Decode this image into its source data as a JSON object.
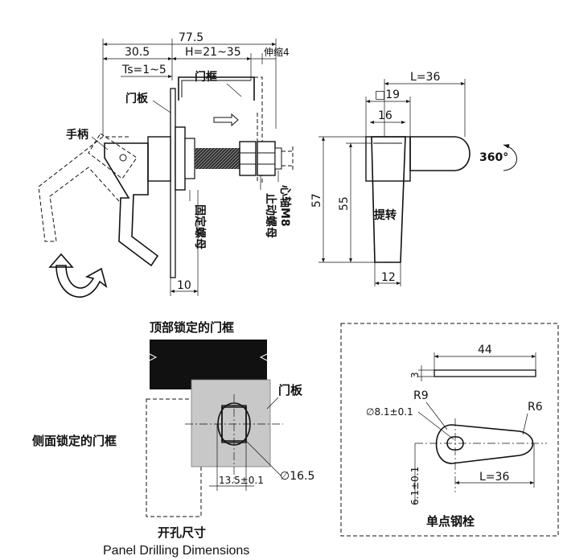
{
  "top_dimensions": {
    "overall": "77.5",
    "left": "30.5",
    "h_range": "H=21~35",
    "stretch": "伸缩4",
    "ts": "Ts=1~5",
    "width_l": "L=36",
    "square": "□19",
    "width_16": "16",
    "height_57": "57",
    "height_55": "55",
    "base_12": "12",
    "depth_10": "10",
    "rotation": "360°"
  },
  "top_labels": {
    "door_frame": "门框",
    "door_panel": "门板",
    "handle": "手柄",
    "fixed_nut": "固定螺母",
    "stop_nut": "止动螺母",
    "core_shaft": "心轴M8",
    "lift_turn": "提转"
  },
  "drilling": {
    "top_frame": "顶部锁定的门框",
    "panel": "门板",
    "side_frame": "侧面锁定的门框",
    "diameter": "∅16.5",
    "offset": "13.5±0.1",
    "title_cn": "开孔尺寸",
    "title_en": "Panel Drilling Dimensions"
  },
  "latch": {
    "length_44": "44",
    "thickness_3": "3",
    "r9": "R9",
    "hole": "∅8.1±0.1",
    "r6": "R6",
    "height": "6.1±0.1",
    "length_l": "L=36",
    "title": "单点钢栓"
  }
}
